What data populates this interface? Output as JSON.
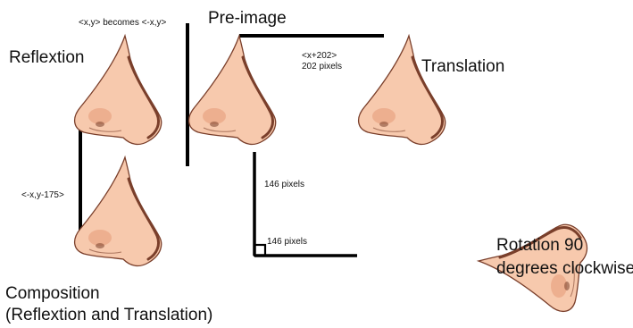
{
  "labels": {
    "reflexion_rule": "<x,y> becomes <-x,y>",
    "reflexion": "Reflextion",
    "pre_image": "Pre-image",
    "translation_rule": "<x+202>",
    "translation_pixels": "202 pixels",
    "translation": "Translation",
    "composition_rule": "<-x,y-175>",
    "vertical_pixels": "146 pixels",
    "horizontal_pixels": "146 pixels",
    "rotation_line1": "Rotation 90",
    "rotation_line2": "degrees clockwise",
    "composition_line1": "Composition",
    "composition_line2": "(Reflextion and Translation)"
  },
  "colors": {
    "skin": "#f7c9ad",
    "skin_shadow": "#e9a686",
    "outline": "#7a3f2b",
    "line": "#000000"
  }
}
